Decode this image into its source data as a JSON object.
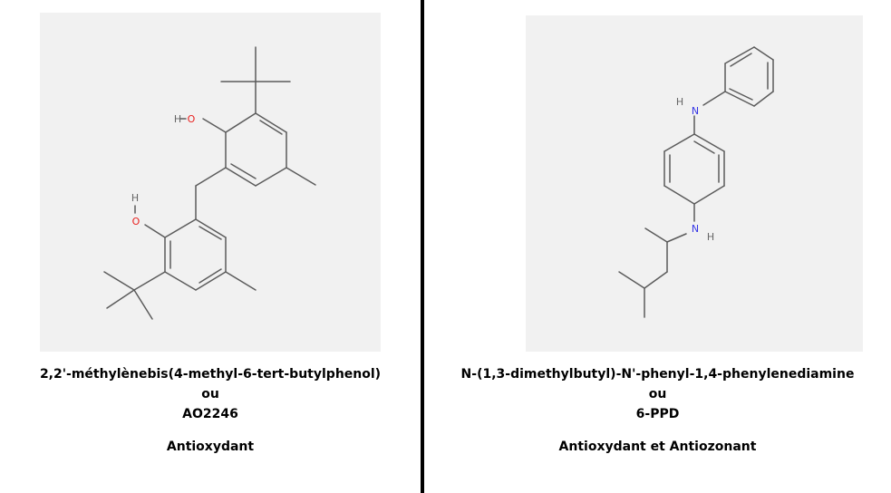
{
  "left": {
    "name": "2,2'-méthylènebis(4-methyl-6-tert-butylphenol)",
    "connector": "ou",
    "code": "AO2246",
    "role": "Antioxydant",
    "atoms": {
      "o1": "O",
      "h1": "H",
      "o2": "O",
      "h2": "H"
    }
  },
  "right": {
    "name": "N-(1,3-dimethylbutyl)-N'-phenyl-1,4-phenylenediamine",
    "connector": "ou",
    "code": "6-PPD",
    "role": "Antioxydant et Antiozonant",
    "atoms": {
      "n1": "N",
      "h1": "H",
      "n2": "N",
      "h2": "H"
    }
  },
  "colors": {
    "oxygen": "#e8201e",
    "nitrogen": "#3535e6",
    "hydrogen": "#666666",
    "bond": "#5b5b5b",
    "panel_bg": "#f1f1f1",
    "divider": "#000000"
  }
}
